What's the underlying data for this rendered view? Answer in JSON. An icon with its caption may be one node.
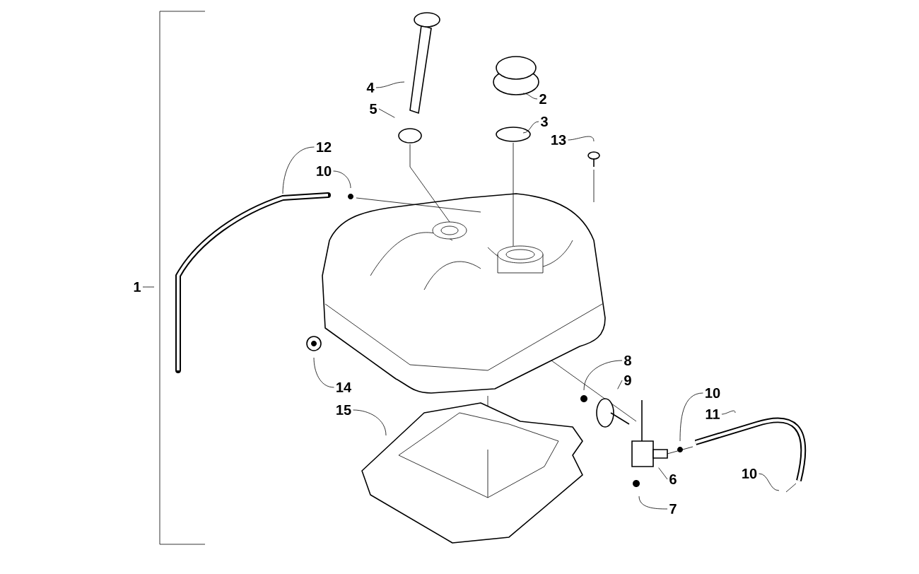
{
  "diagram": {
    "nodes": [
      {
        "text": [
          "4"
        ]
      },
      {
        "text": [
          "2"
        ]
      },
      {
        "text": [
          "5"
        ]
      },
      {
        "text": [
          "3"
        ]
      },
      {
        "text": [
          "13"
        ]
      },
      {
        "text": [
          "12"
        ]
      },
      {
        "text": [
          "10"
        ]
      },
      {
        "text": [
          "1"
        ]
      },
      {
        "text": [
          "8"
        ]
      },
      {
        "text": [
          "9"
        ]
      },
      {
        "text": [
          "14"
        ]
      },
      {
        "text": [
          "10"
        ]
      },
      {
        "text": [
          "15"
        ]
      },
      {
        "text": [
          "11"
        ]
      },
      {
        "text": [
          "10"
        ]
      },
      {
        "text": [
          "6"
        ]
      },
      {
        "text": [
          "7"
        ]
      }
    ],
    "edges": [
      {
        "from": 0,
        "to": null,
        "arrow": "none"
      },
      {
        "from": 1,
        "to": null,
        "arrow": "none"
      },
      {
        "from": 2,
        "to": null,
        "arrow": "none"
      },
      {
        "from": 3,
        "to": null,
        "arrow": "none"
      },
      {
        "from": 4,
        "to": null,
        "arrow": "none"
      },
      {
        "from": 5,
        "to": null,
        "arrow": "none"
      },
      {
        "from": 6,
        "to": null,
        "arrow": "none"
      },
      {
        "from": 7,
        "to": null,
        "arrow": "none"
      },
      {
        "from": 8,
        "to": null,
        "arrow": "none"
      },
      {
        "from": 9,
        "to": null,
        "arrow": "none"
      },
      {
        "from": 10,
        "to": null,
        "arrow": "none"
      },
      {
        "from": 11,
        "to": null,
        "arrow": "none"
      },
      {
        "from": 12,
        "to": null,
        "arrow": "none"
      },
      {
        "from": 13,
        "to": null,
        "arrow": "none"
      },
      {
        "from": 14,
        "to": null,
        "arrow": "none"
      },
      {
        "from": 15,
        "to": null,
        "arrow": "none"
      },
      {
        "from": 16,
        "to": null,
        "arrow": "none"
      }
    ]
  }
}
